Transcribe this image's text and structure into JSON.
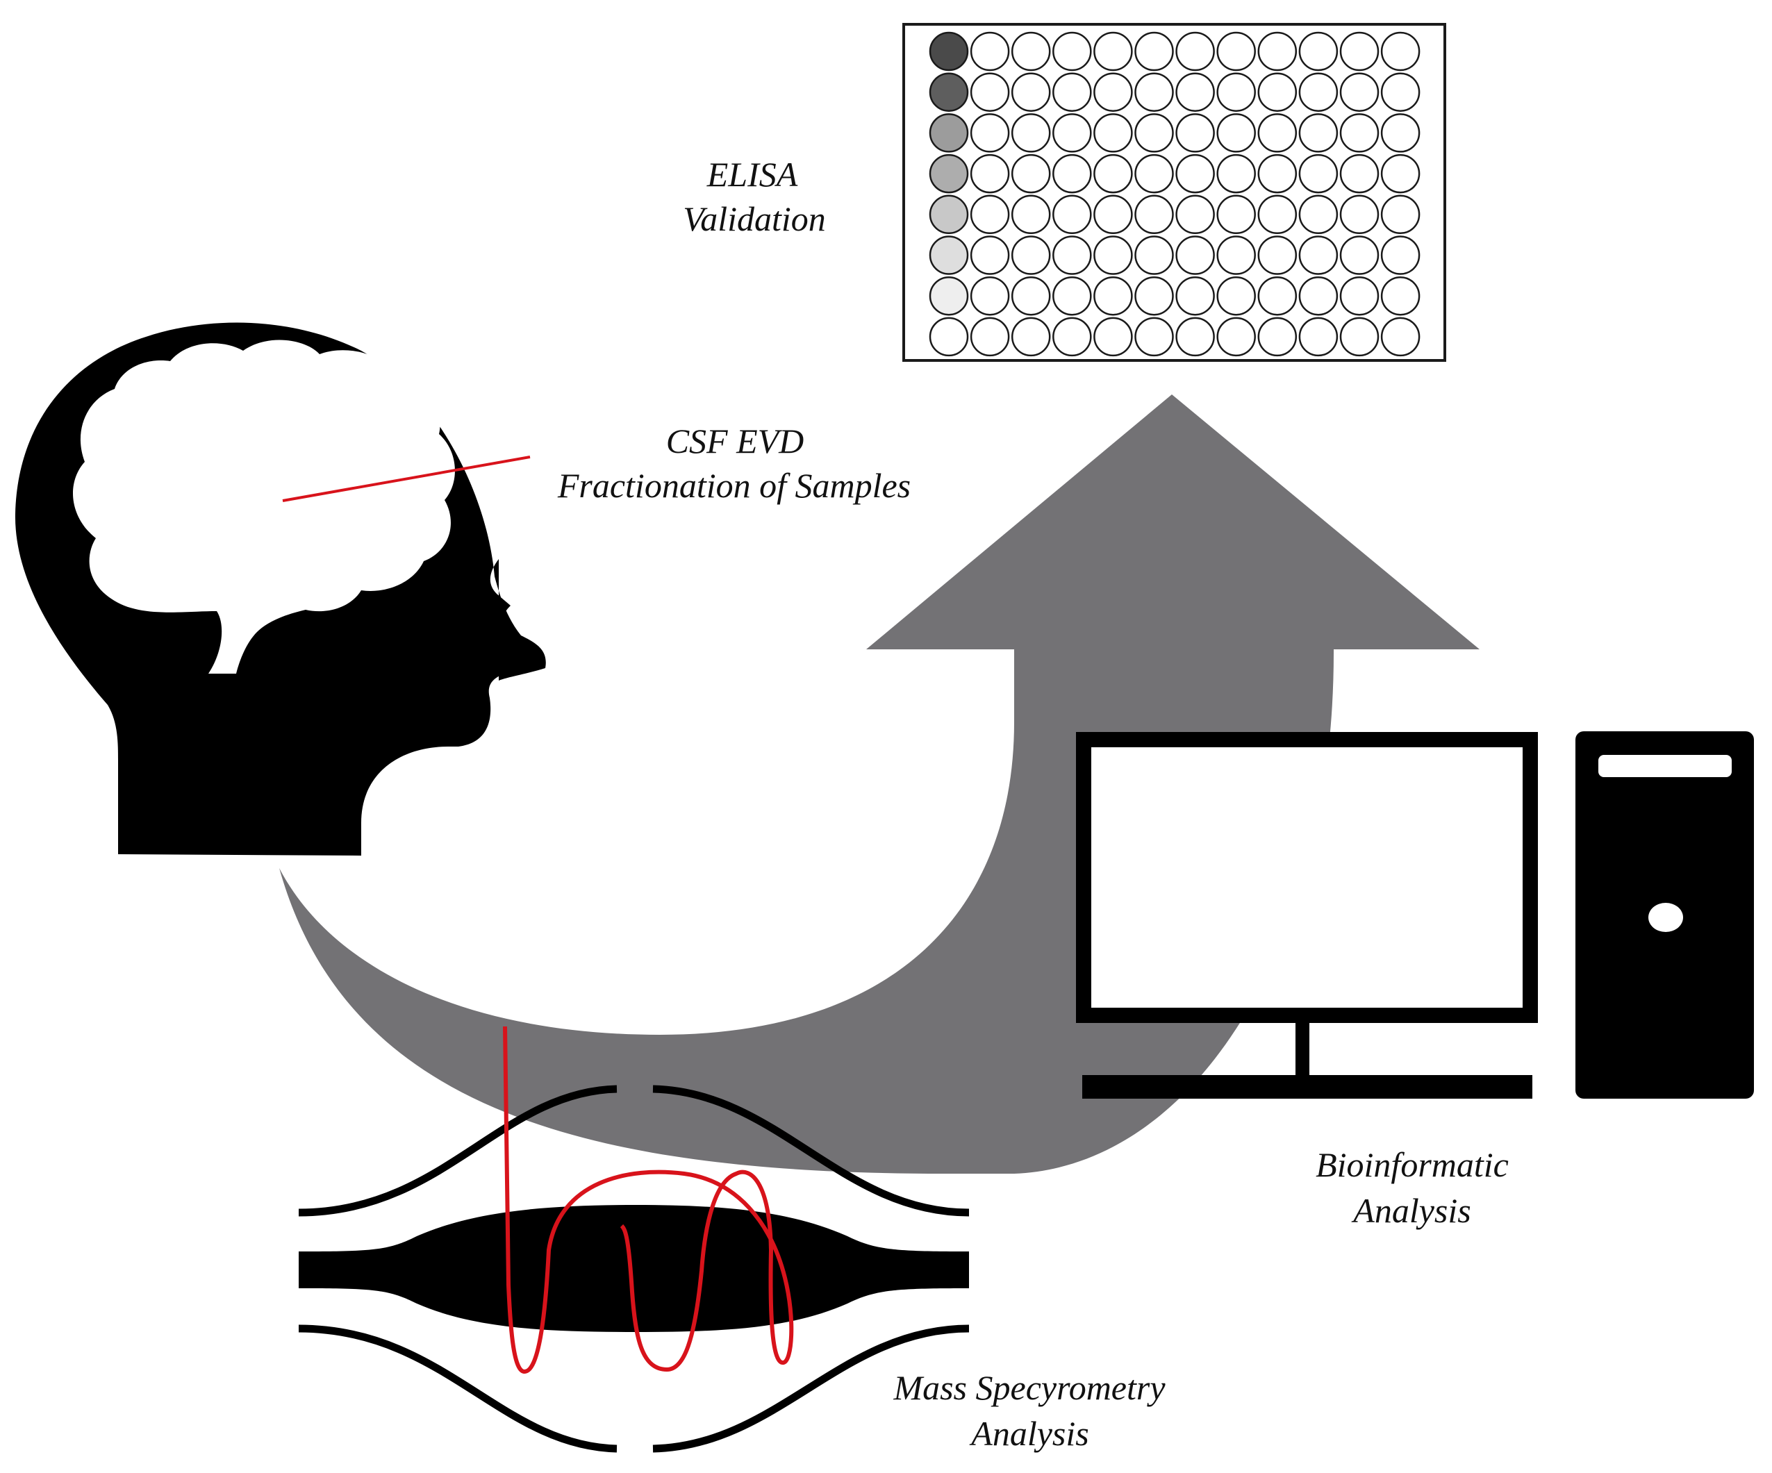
{
  "labels": {
    "elisa_line1": "ELISA",
    "elisa_line2": "Validation",
    "csf_line1": "CSF EVD",
    "csf_line2": "Fractionation of Samples",
    "bio_line1": "Bioinformatic",
    "bio_line2": "Analysis",
    "mass_line1": "Mass Specyrometry",
    "mass_line2": "Analysis"
  },
  "plate": {
    "rows": 8,
    "columns": 12,
    "first_column_shades": [
      "#4a4a4a",
      "#5e5e5e",
      "#9c9c9c",
      "#adadad",
      "#c8c8c8",
      "#dedede",
      "#eeeeee",
      "#ffffff"
    ]
  },
  "colors": {
    "arrow": "#737275",
    "silhouette": "#000000",
    "accent_line": "#d8131b",
    "well_outline": "#1a1a1a"
  }
}
